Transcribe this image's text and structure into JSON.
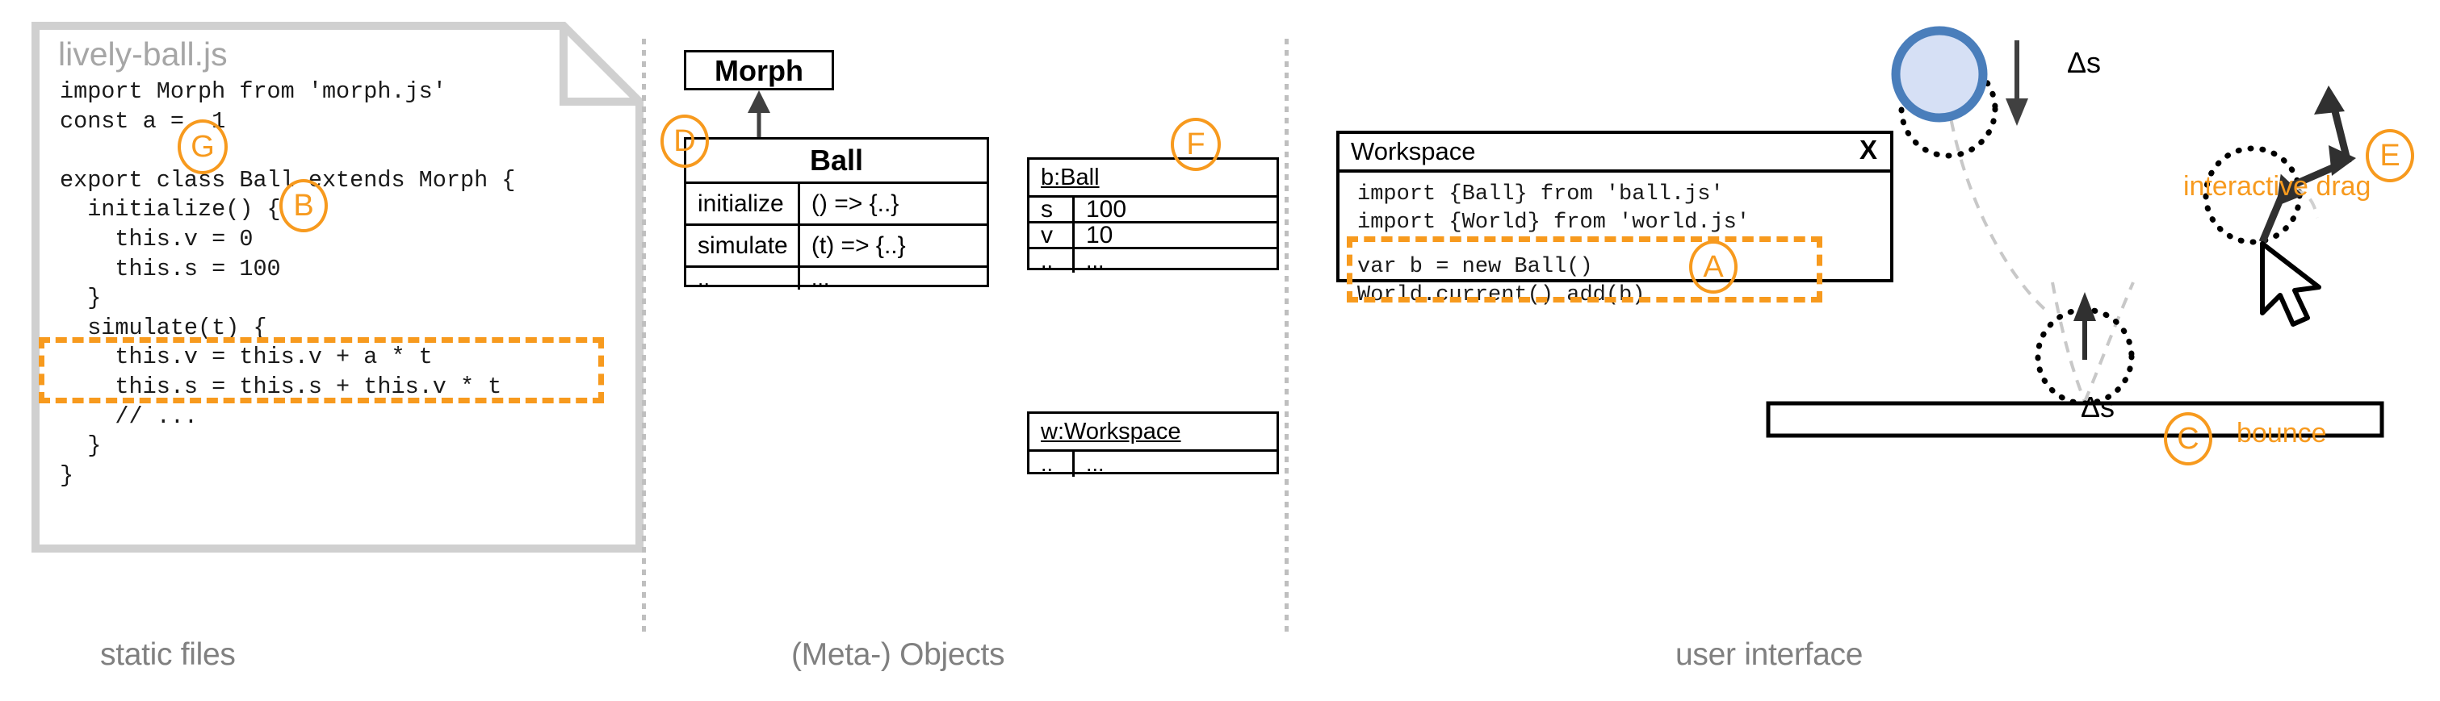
{
  "columns": [
    {
      "id": "static-files",
      "caption": "static files"
    },
    {
      "id": "meta-objects",
      "caption": "(Meta-) Objects"
    },
    {
      "id": "user-interface",
      "caption": "user interface"
    }
  ],
  "colors": {
    "accent_orange": "#f79a1e",
    "paper_gray": "#d0d0d0",
    "caption_gray": "#808080",
    "ball_fill": "#d6e0f5",
    "ball_stroke": "#4a7ebb",
    "ink": "#1a1a1a"
  },
  "file_panel": {
    "filename": "lively-ball.js",
    "code": "import Morph from 'morph.js'\nconst a = -1\n\nexport class Ball extends Morph {\n  initialize() {\n    this.v = 0\n    this.s = 100\n  }\n  simulate(t) {\n    this.v = this.v + a * t\n    this.s = this.s + this.v * t\n    // ...\n  }\n}"
  },
  "meta_objects": {
    "superclass": {
      "name": "Morph"
    },
    "class": {
      "name": "Ball",
      "rows": [
        {
          "member": "initialize",
          "value": "() => {..}"
        },
        {
          "member": "simulate",
          "value": "(t) => {..}"
        },
        {
          "member": "..",
          "value": "..."
        }
      ]
    },
    "instances": [
      {
        "name": "b:Ball",
        "rows": [
          {
            "member": "s",
            "value": "100"
          },
          {
            "member": "v",
            "value": "10"
          },
          {
            "member": "..",
            "value": "..."
          }
        ]
      },
      {
        "name": "w:Workspace",
        "rows": [
          {
            "member": "..",
            "value": "..."
          }
        ]
      }
    ]
  },
  "workspace": {
    "title": "Workspace",
    "close_label": "X",
    "code_top": "import {Ball} from 'ball.js'\nimport {World} from 'world.js'",
    "code_highlighted": "var b = new Ball()\nWorld.current().add(b)"
  },
  "simulation": {
    "delta_label_top": "Δs",
    "delta_label_bottom": "Δs",
    "bounce_label": "bounce",
    "drag_label": "interactive drag"
  },
  "callouts": [
    {
      "id": "A",
      "letter": "A"
    },
    {
      "id": "B",
      "letter": "B"
    },
    {
      "id": "C",
      "letter": "C"
    },
    {
      "id": "D",
      "letter": "D"
    },
    {
      "id": "E",
      "letter": "E"
    },
    {
      "id": "F",
      "letter": "F"
    },
    {
      "id": "G",
      "letter": "G"
    }
  ]
}
